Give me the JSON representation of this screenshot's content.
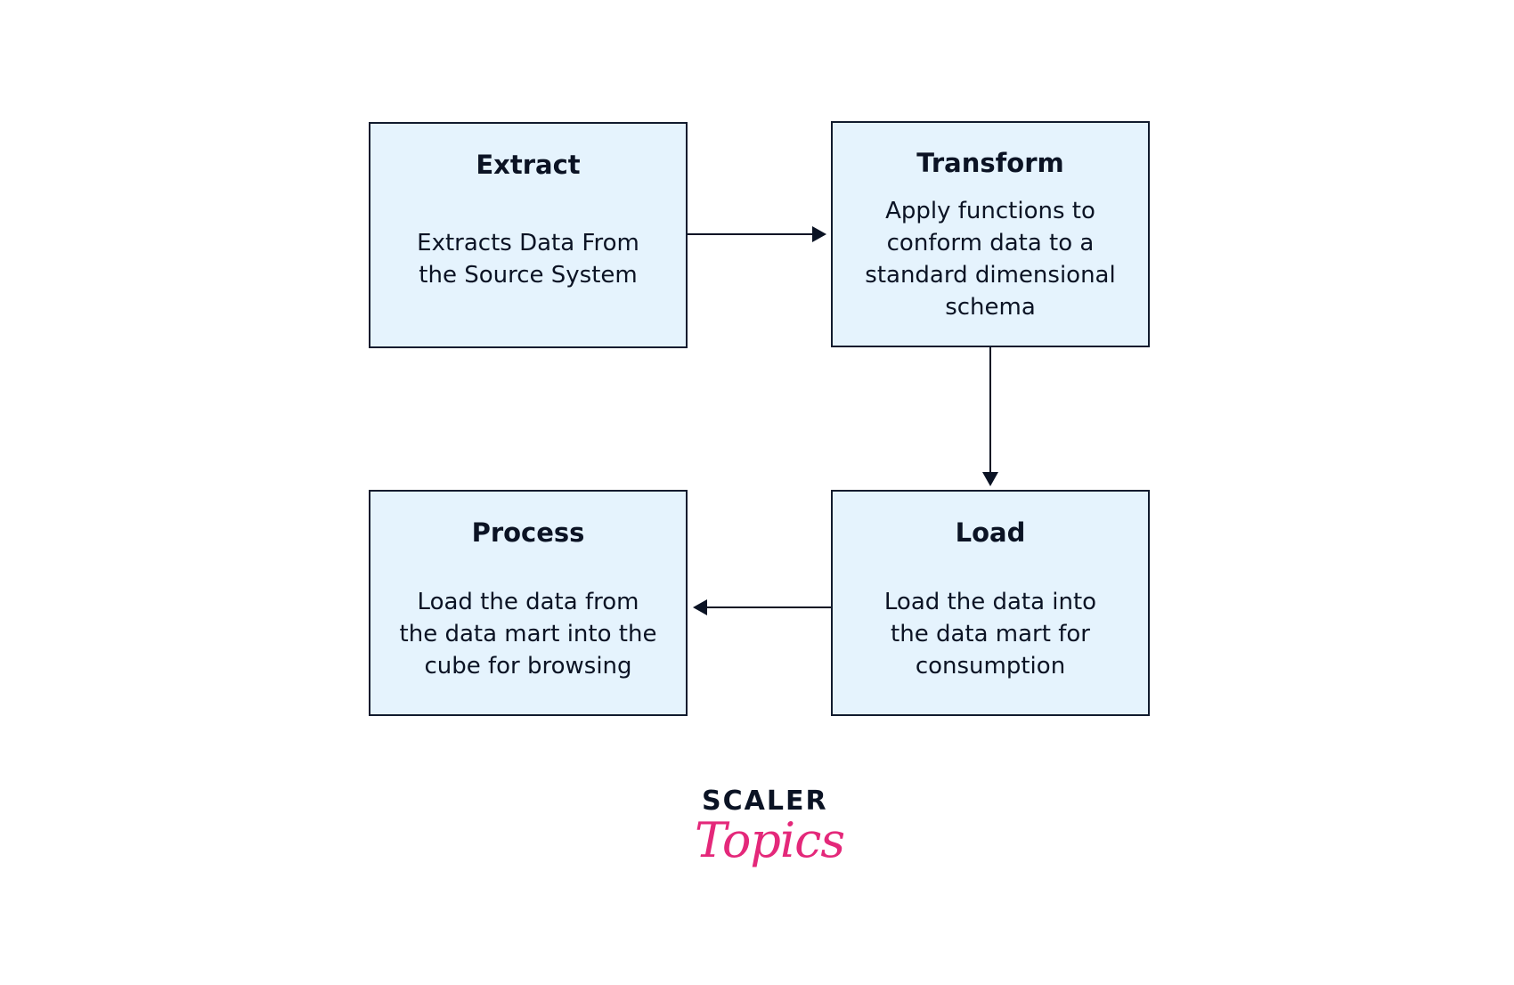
{
  "diagram": {
    "nodes": {
      "extract": {
        "title": "Extract",
        "lines": [
          "Extracts Data From",
          "the Source System"
        ]
      },
      "transform": {
        "title": "Transform",
        "lines": [
          "Apply functions to",
          "conform data to a",
          "standard dimensional",
          "schema"
        ]
      },
      "load": {
        "title": "Load",
        "lines": [
          "Load the data into",
          "the data mart for",
          "consumption"
        ]
      },
      "process": {
        "title": "Process",
        "lines": [
          "Load the data from",
          "the data mart into the",
          "cube for browsing"
        ]
      }
    },
    "edges": [
      {
        "from": "extract",
        "to": "transform"
      },
      {
        "from": "transform",
        "to": "load"
      },
      {
        "from": "load",
        "to": "process"
      }
    ]
  },
  "logo": {
    "wordmark": "SCALER",
    "script": "Topics",
    "colors": {
      "wordmark": "#0b1324",
      "script": "#e4287a"
    }
  },
  "colors": {
    "box_fill": "#e5f3fd",
    "box_border": "#111b2e",
    "arrow": "#0b1324"
  }
}
